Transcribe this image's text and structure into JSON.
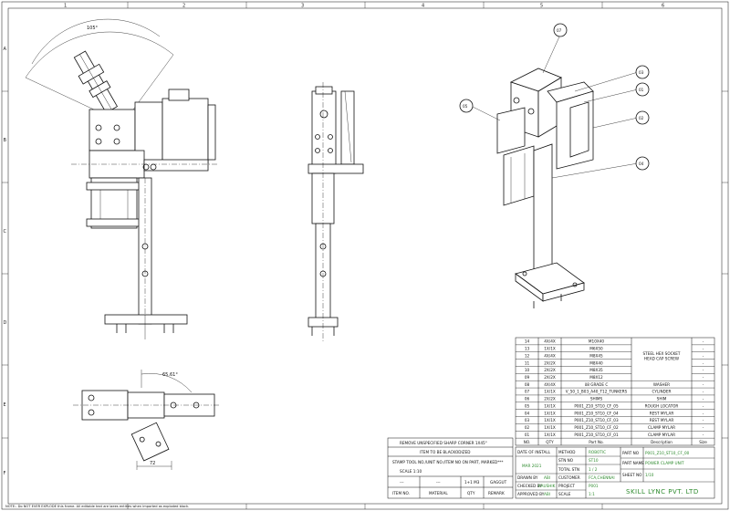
{
  "zones": {
    "top": [
      "1",
      "2",
      "3",
      "4",
      "5",
      "6"
    ],
    "side": [
      "A",
      "B",
      "C",
      "D",
      "E",
      "F"
    ]
  },
  "dimensions": {
    "swing_angle": "105°",
    "base_angle": "65.61°",
    "width": "72"
  },
  "balloons": [
    "07",
    "03",
    "05",
    "01",
    "02",
    "04"
  ],
  "bom": {
    "rows": [
      {
        "item": "14",
        "qty": "4X/4X",
        "part": "M10X40",
        "desc": "",
        "size": "-"
      },
      {
        "item": "13",
        "qty": "1X/1X",
        "part": "M6X50",
        "desc": "",
        "size": "-"
      },
      {
        "item": "12",
        "qty": "4X/4X",
        "part": "M8X45",
        "desc": "",
        "size": "-"
      },
      {
        "item": "11",
        "qty": "2X/2X",
        "part": "M8X40",
        "desc": "",
        "size": "-"
      },
      {
        "item": "10",
        "qty": "2X/2X",
        "part": "M8X35",
        "desc": "",
        "size": "-"
      },
      {
        "item": "09",
        "qty": "2X/2X",
        "part": "M8X12",
        "desc": "",
        "size": "-"
      },
      {
        "item": "08",
        "qty": "4X/4X",
        "part": "ô8 GRADE C",
        "desc": "WASHER",
        "size": "-"
      },
      {
        "item": "07",
        "qty": "1X/1X",
        "part": "V_50_1_B03_A40_T12_TUNKERS",
        "desc": "CYLINDER",
        "size": "-"
      },
      {
        "item": "06",
        "qty": "2X/2X",
        "part": "SHIMS",
        "desc": "SHIM",
        "size": "-"
      },
      {
        "item": "05",
        "qty": "1X/1X",
        "part": "P001_Z10_ST10_CF_05",
        "desc": "ROUGH LOCATOR",
        "size": "-"
      },
      {
        "item": "04",
        "qty": "1X/1X",
        "part": "P001_Z10_ST10_CF_04",
        "desc": "REST MYLAR",
        "size": "-"
      },
      {
        "item": "03",
        "qty": "1X/1X",
        "part": "P001_Z10_ST10_CF_03",
        "desc": "REST MYLAR",
        "size": "-"
      },
      {
        "item": "02",
        "qty": "1X/1X",
        "part": "P001_Z10_ST10_CF_02",
        "desc": "CLAMP MYLAR",
        "size": "-"
      },
      {
        "item": "01",
        "qty": "1X/1X",
        "part": "P001_Z10_ST10_CF_01",
        "desc": "CLAMP MYLAR",
        "size": "-"
      }
    ],
    "merged_desc": [
      "STEEL HEX SOCKET",
      "HEAD CAP SCREW"
    ],
    "header": {
      "item": "NO.",
      "qty": "QTY",
      "part": "Part No.",
      "desc": "Description",
      "size": "Size"
    }
  },
  "title_block": {
    "note1": "REMOVE UNSPECIFIED SHARP CORNER 1X45°",
    "note2": "ITEM TO BE BLACKODIZED",
    "note3": "STAMP TOOL NO./UNIT NO./ITEM NO ON PART, MARKED***",
    "scale": "SCALE 1:10",
    "hdr_item": "ITEM NO.",
    "hdr_material": "MATERIAL",
    "hdr_qty": "QTY",
    "hdr_remark": "REMARK",
    "dashes1": "---",
    "dashes2": "---",
    "qty_val": "1+1 M3",
    "gaugut": "GAGGUT",
    "date_label": "DATE OF INSTALL",
    "date_value": "MAR 2021",
    "drawn_label": "DRAWN BY",
    "drawn_value": "ABI",
    "checked_label": "CHECKED BY",
    "checked_value": "KAUSHIK",
    "approved_label": "APPROVED BY",
    "approved_value": "ABI",
    "method_label": "METHOD",
    "method_value": "ROBOTIC",
    "stn_label": "STN NO",
    "stn_value": "ST10",
    "total_stn_label": "TOTAL STN",
    "total_stn_value": "1 / 2",
    "customer_label": "CUSTOMER",
    "customer_value": "FCA,CHENNAI",
    "project_label": "PROJECT",
    "project_value": "P001",
    "scale_label": "SCALE",
    "scale_value": "1:1",
    "partno_label": "PART NO",
    "partno_value": "P001_Z10_ST10_CF_00",
    "partname_label": "PART NAME",
    "partname_value": "POWER CLAMP UNIT",
    "sheet_label": "SHEET NO",
    "sheet_value": "1/10",
    "company": "SKILL LYNC PVT. LTD"
  },
  "footer_note": "NOTE:- Do NOT EVER EXPLODE this frame. All editable text are laees entities when imported as exploded block.",
  "colors": {
    "ink": "#111111",
    "green": "#2e8b2e"
  }
}
